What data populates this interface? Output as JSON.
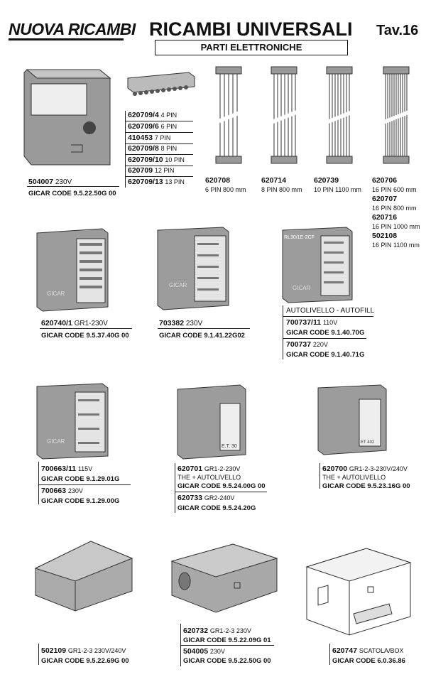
{
  "header": {
    "brand": "NUOVA RICAMBI",
    "title": "RICAMBI UNIVERSALI",
    "table": "Tav.16",
    "subtitle": "PARTI ELETTRONICHE"
  },
  "items": {
    "i504007": {
      "pn": "504007",
      "spec": "230V",
      "code": "GICAR CODE 9.5.22.50G 00"
    },
    "connectors": [
      {
        "pn": "620709/4",
        "spec": "4 PIN"
      },
      {
        "pn": "620709/6",
        "spec": "6 PIN"
      },
      {
        "pn": "410453",
        "spec": "7 PIN"
      },
      {
        "pn": "620709/8",
        "spec": "8 PIN"
      },
      {
        "pn": "620709/10",
        "spec": "10 PIN"
      },
      {
        "pn": "620709",
        "spec": "12 PIN"
      },
      {
        "pn": "620709/13",
        "spec": "13 PIN"
      }
    ],
    "cables": [
      {
        "pn": "620708",
        "spec": "6 PIN 800 mm"
      },
      {
        "pn": "620714",
        "spec": "8 PIN 800 mm"
      },
      {
        "pn": "620739",
        "spec": "10 PIN 1100 mm"
      }
    ],
    "cables16": [
      {
        "pn": "620706",
        "spec": "16 PIN 600 mm"
      },
      {
        "pn": "620707",
        "spec": "16 PIN 800 mm"
      },
      {
        "pn": "620716",
        "spec": "16 PIN 1000 mm"
      },
      {
        "pn": "502108",
        "spec": "16 PIN 1100 mm"
      }
    ],
    "i620740": {
      "pn": "620740/1",
      "spec": "GR1-230V",
      "code": "GICAR CODE 9.5.37.40G 00",
      "logo": "GICAR"
    },
    "i703382": {
      "pn": "703382",
      "spec": "230V",
      "code": "GICAR CODE 9.1.41.22G02",
      "logo": "GICAR"
    },
    "autolivello": {
      "heading": "AUTOLIVELLO - AUTOFILL",
      "device_text": "RL30/1E-2CF",
      "logo": "GICAR",
      "a": {
        "pn": "700737/11",
        "spec": "110V",
        "code": "GICAR CODE 9.1.40.70G"
      },
      "b": {
        "pn": "700737",
        "spec": "220V",
        "code": "GICAR CODE 9.1.40.71G"
      }
    },
    "i700663": {
      "logo": "GICAR",
      "a": {
        "pn": "700663/11",
        "spec": "115V",
        "code": "GICAR CODE 9.1.29.01G"
      },
      "b": {
        "pn": "700663",
        "spec": "230V",
        "code": "GICAR CODE 9.1.29.00G"
      }
    },
    "i620701": {
      "device_text": "E.T. 30",
      "a": {
        "pn": "620701",
        "spec": "GR1-2-230V",
        "note": "THE + AUTOLIVELLO",
        "code": "GICAR CODE 9.5.24.00G 00"
      },
      "b": {
        "pn": "620733",
        "spec": "GR2-240V",
        "code": "GICAR CODE 9.5.24.20G"
      }
    },
    "i620700": {
      "device_text": "ET 402",
      "pn": "620700",
      "spec": "GR1-2-3-230V/240V",
      "note": "THE + AUTOLIVELLO",
      "code": "GICAR CODE 9.5.23.16G 00"
    },
    "i502109": {
      "pn": "502109",
      "spec": "GR1-2-3 230V/240V",
      "code": "GICAR CODE 9.5.22.69G 00"
    },
    "i620732": {
      "a": {
        "pn": "620732",
        "spec": "GR1-2-3 230V",
        "code": "GICAR CODE 9.5.22.09G 01"
      },
      "b": {
        "pn": "504005",
        "spec": "230V",
        "code": "GICAR CODE 9.5.22.50G 00"
      }
    },
    "i620747": {
      "pn": "620747",
      "spec": "SCATOLA/BOX",
      "code": "GICAR CODE 6.0.36.86"
    }
  }
}
